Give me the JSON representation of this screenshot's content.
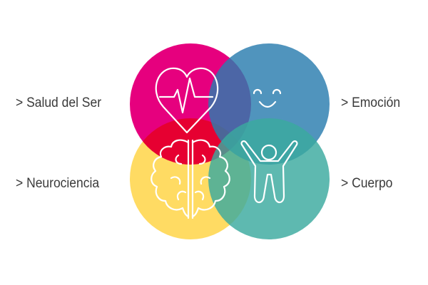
{
  "labels": {
    "salud": "> Salud del Ser",
    "neuro": "> Neurociencia",
    "emocion": "> Emoción",
    "cuerpo": "> Cuerpo"
  },
  "colors": {
    "salud": "#E6007E",
    "emocion": "#2A7CAF",
    "neuro": "#FFD95A",
    "cuerpo": "#3AA99F"
  },
  "icons": [
    "heart-pulse-icon",
    "smile-icon",
    "brain-icon",
    "person-icon"
  ]
}
